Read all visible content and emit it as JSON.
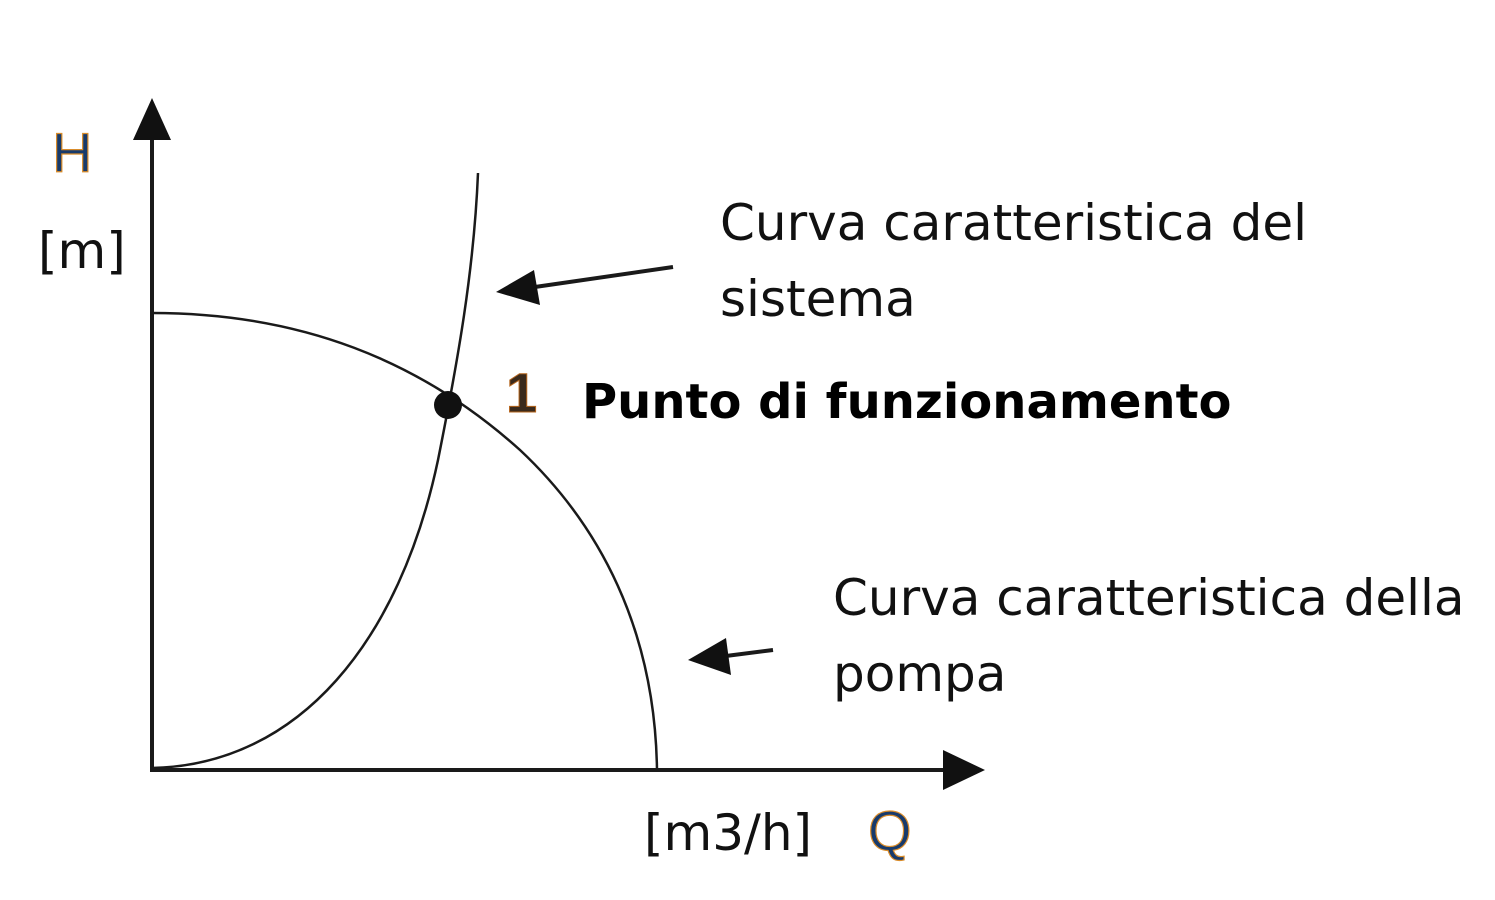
{
  "axes": {
    "y": {
      "symbol": "H",
      "unit": "[m]"
    },
    "x": {
      "symbol": "Q",
      "unit": "[m3/h]"
    }
  },
  "system_curve": {
    "label_line1": "Curva caratteristica del",
    "label_line2": "sistema"
  },
  "pump_curve": {
    "label_line1": "Curva caratteristica della",
    "label_line2": "pompa"
  },
  "operating_point": {
    "number": "1",
    "label": "Punto di funzionamento"
  },
  "colors": {
    "axis_letters": "#173a6b",
    "axis_letter_outline": "#d98c2b",
    "lines": "#1a1a1a",
    "text": "#111111"
  }
}
